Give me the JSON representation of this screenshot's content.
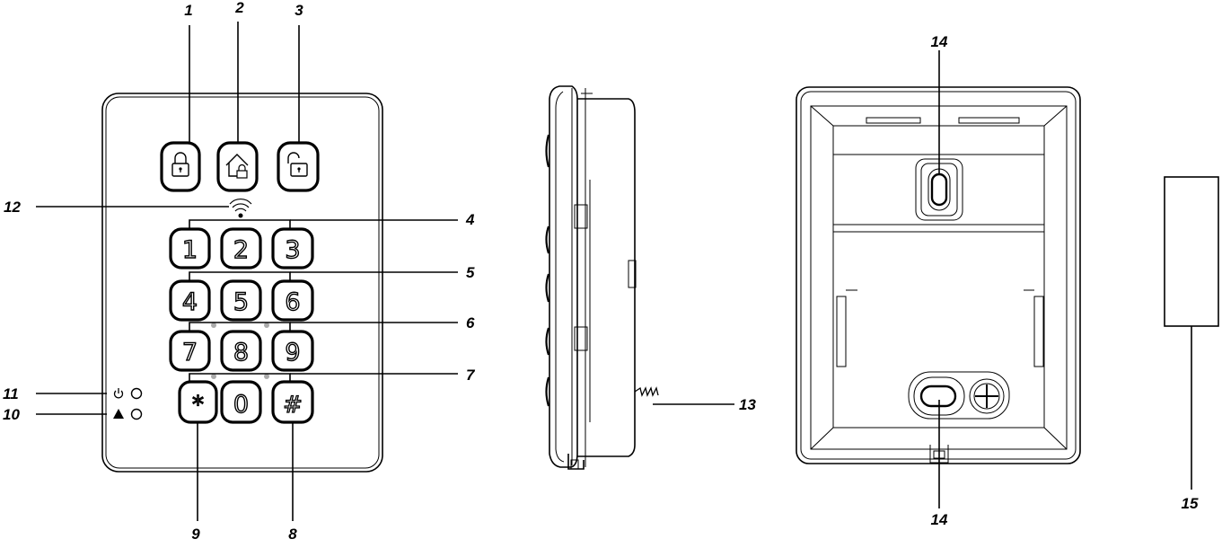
{
  "callouts": [
    "1",
    "2",
    "3",
    "4",
    "5",
    "6",
    "7",
    "8",
    "9",
    "10",
    "11",
    "12",
    "13",
    "14",
    "15"
  ],
  "keypad": {
    "digits": [
      "1",
      "2",
      "3",
      "4",
      "5",
      "6",
      "7",
      "8",
      "9"
    ],
    "bottom_row": [
      "*",
      "0",
      "#"
    ]
  }
}
